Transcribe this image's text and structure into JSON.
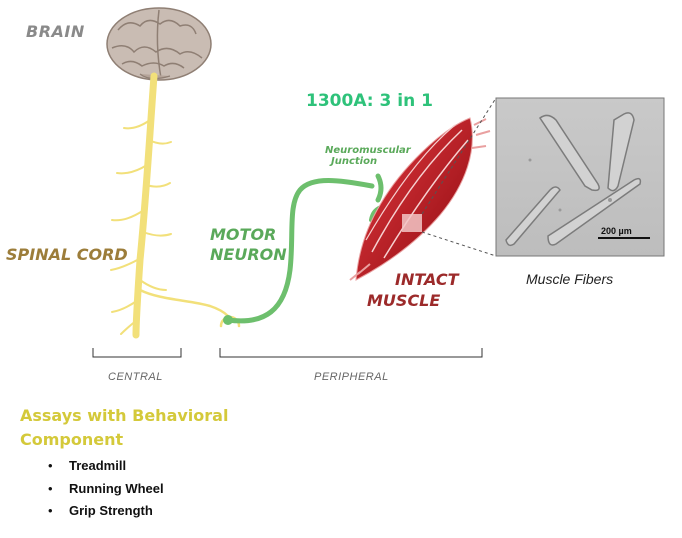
{
  "labels": {
    "brain": "BRAIN",
    "spinal_cord": "SPINAL CORD",
    "motor_neuron_line1": "MOTOR",
    "motor_neuron_line2": "NEURON",
    "product_title": "1300A: 3 in 1",
    "nmj_line1": "Neuromuscular",
    "nmj_line2": "Junction",
    "intact_line1": "INTACT",
    "intact_line2": "MUSCLE",
    "muscle_fibers": "Muscle Fibers",
    "central": "CENTRAL",
    "peripheral": "PERIPHERAL",
    "scale_bar": "200 µm"
  },
  "assays": {
    "title": "Assays with Behavioral Component",
    "items": [
      "Treadmill",
      "Running Wheel",
      "Grip Strength"
    ]
  },
  "colors": {
    "spinal_cord": "#f2e07a",
    "motor_neuron": "#6dbf6d",
    "muscle": "#c0282d",
    "product_title": "#2ec27a",
    "assays_title": "#d4c93a",
    "brain": "#b8aaa0"
  }
}
